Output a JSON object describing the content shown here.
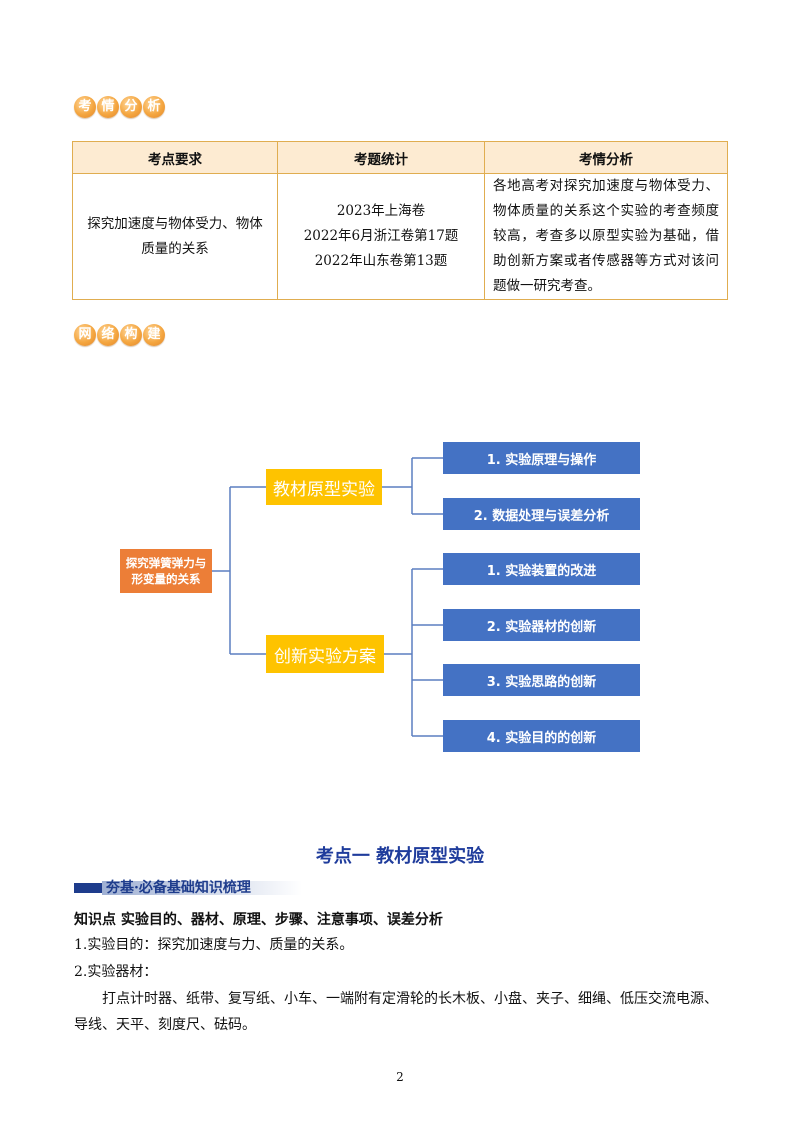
{
  "badges": {
    "exam_analysis": [
      "考",
      "情",
      "分",
      "析"
    ],
    "network": [
      "网",
      "络",
      "构",
      "建"
    ]
  },
  "table": {
    "headers": [
      "考点要求",
      "考题统计",
      "考情分析"
    ],
    "requirement_lines": [
      "探究加速度与物体受力、物体",
      "质量的关系"
    ],
    "stats": [
      "2023年上海卷",
      "2022年6月浙江卷第17题",
      "2022年山东卷第13题"
    ],
    "analysis": "各地高考对探究加速度与物体受力、物体质量的关系这个实验的考查频度较高，考查多以原型实验为基础，借助创新方案或者传感器等方式对该问题做一研究考查。"
  },
  "diagram": {
    "root": [
      "探究弹簧弹力与",
      "形变量的关系"
    ],
    "branch1": {
      "label": "教材原型实验",
      "children": [
        "1. 实验原理与操作",
        "2. 数据处理与误差分析"
      ]
    },
    "branch2": {
      "label": "创新实验方案",
      "children": [
        "1. 实验装置的改进",
        "2. 实验器材的创新",
        "3. 实验思路的创新",
        "4. 实验目的的创新"
      ]
    }
  },
  "section_title": "考点一  教材原型实验",
  "banner": "夯基·必备基础知识梳理",
  "knowledge_heading": "知识点   实验目的、器材、原理、步骤、注意事项、误差分析",
  "purpose": "1.实验目的：探究加速度与力、质量的关系。",
  "equipment_heading": "2.实验器材：",
  "equipment_line1": "打点计时器、纸带、复写纸、小车、一端附有定滑轮的长木板、小盘、夹子、细绳、低压交流电源、",
  "equipment_line2": "导线、天平、刻度尺、砝码。",
  "page_number": "2",
  "colors": {
    "table_border": "#e0ad50",
    "table_header_bg": "#fdebd2",
    "root_box": "#ec7e37",
    "category_box": "#fec300",
    "leaf_box": "#4472c4",
    "connector": "#5b7fc0",
    "title": "#1f3c9c"
  }
}
